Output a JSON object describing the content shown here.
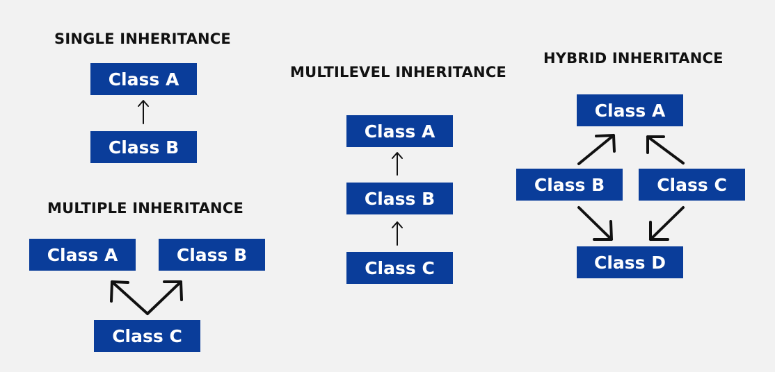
{
  "single": {
    "title": "SINGLE INHERITANCE",
    "class_a": "Class A",
    "class_b": "Class B"
  },
  "multiple": {
    "title": "MULTIPLE INHERITANCE",
    "class_a": "Class A",
    "class_b": "Class B",
    "class_c": "Class C"
  },
  "multilevel": {
    "title": "MULTILEVEL INHERITANCE",
    "class_a": "Class A",
    "class_b": "Class B",
    "class_c": "Class C"
  },
  "hybrid": {
    "title": "HYBRID INHERITANCE",
    "class_a": "Class A",
    "class_b": "Class B",
    "class_c": "Class C",
    "class_d": "Class D"
  },
  "colors": {
    "box_fill": "#0a3d9a",
    "box_text": "#ffffff",
    "background": "#f2f2f2",
    "title_text": "#111111",
    "arrow": "#111111"
  }
}
